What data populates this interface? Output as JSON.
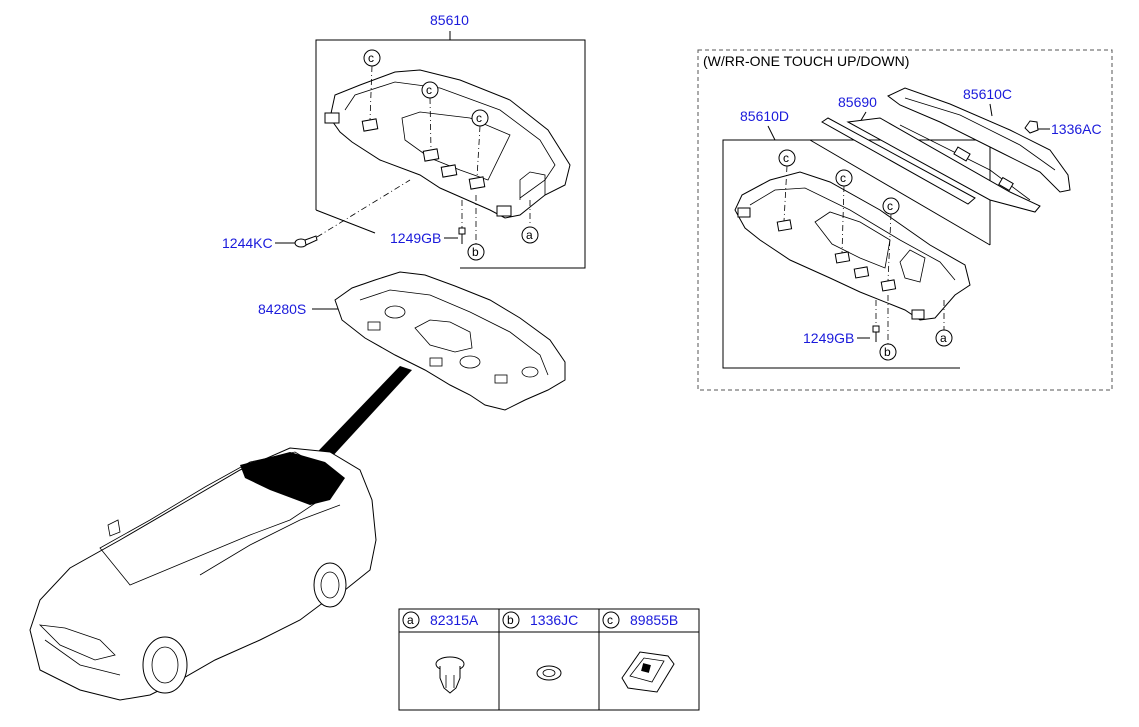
{
  "parts": {
    "p85610": "85610",
    "p1244KC": "1244KC",
    "p1249GB_main": "1249GB",
    "p84280S": "84280S",
    "p85610D": "85610D",
    "p85690": "85690",
    "p85610C": "85610C",
    "p1336AC": "1336AC",
    "p1249GB_opt": "1249GB"
  },
  "option_box": {
    "title": "(W/RR-ONE TOUCH UP/DOWN)"
  },
  "callouts": {
    "a": "a",
    "b": "b",
    "c": "c"
  },
  "legend": [
    {
      "letter": "a",
      "part": "82315A"
    },
    {
      "letter": "b",
      "part": "1336JC"
    },
    {
      "letter": "c",
      "part": "89855B"
    }
  ]
}
